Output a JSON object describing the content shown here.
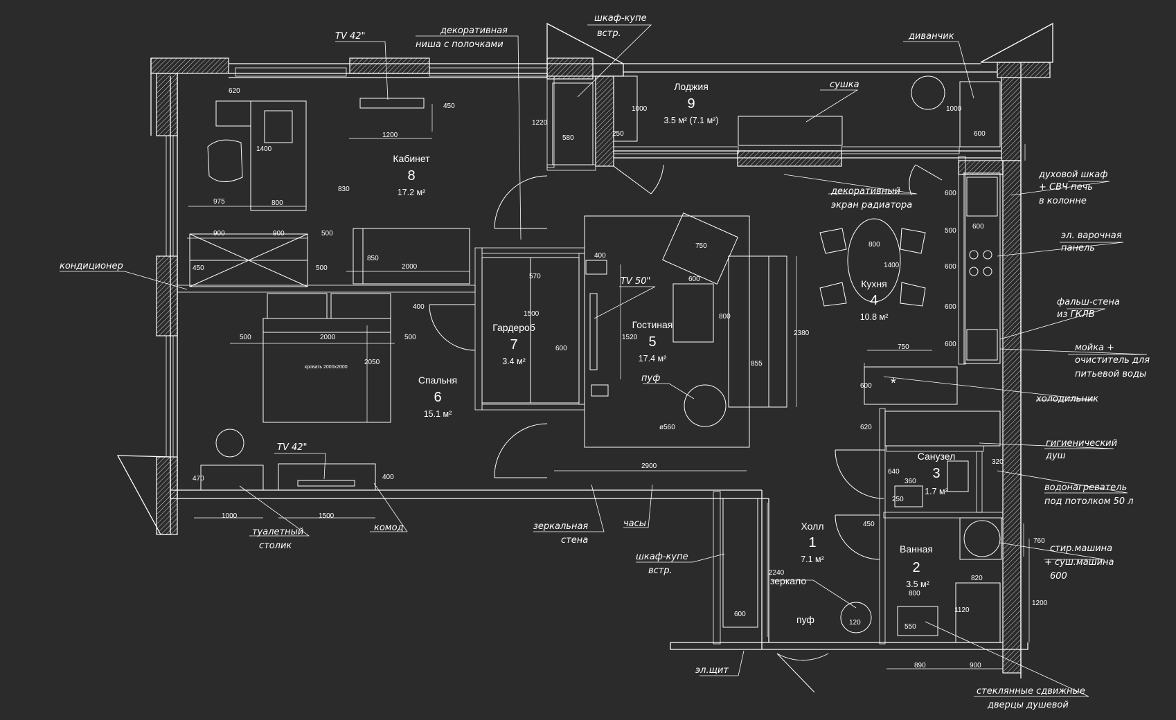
{
  "rooms": [
    {
      "name": "Холл",
      "number": "1",
      "area": "7.1 м²"
    },
    {
      "name": "Ванная",
      "number": "2",
      "area": "3.5 м²"
    },
    {
      "name": "Санузел",
      "number": "3",
      "area": "1.7 м²"
    },
    {
      "name": "Кухня",
      "number": "4",
      "area": "10.8 м²"
    },
    {
      "name": "Гостиная",
      "number": "5",
      "area": "17.4 м²"
    },
    {
      "name": "Спальня",
      "number": "6",
      "area": "15.1 м²"
    },
    {
      "name": "Гардероб",
      "number": "7",
      "area": "3.4 м²"
    },
    {
      "name": "Кабинет",
      "number": "8",
      "area": "17.2 м²"
    },
    {
      "name": "Лоджия",
      "number": "9",
      "area": "3.5 м² (7.1 м²)"
    }
  ],
  "annotations": {
    "tv42_office": "TV 42\"",
    "decor_niche_1": "декоративная",
    "decor_niche_2": "ниша с полочками",
    "wardrobe_top_1": "шкаф-купе",
    "wardrobe_top_2": "встр.",
    "sofa_small": "диванчик",
    "dryer": "сушка",
    "oven_1": "духовой шкаф",
    "oven_2": "+ СВЧ печь",
    "oven_3": "в колонне",
    "hob_1": "эл. варочная",
    "hob_2": "панель",
    "false_wall_1": "фальш-стена",
    "false_wall_2": "из ГКЛВ",
    "sink_1": "мойка +",
    "sink_2": "очиститель для",
    "sink_3": "питьевой воды",
    "fridge": "холодильник",
    "hyg_shower_1": "гигиенический",
    "hyg_shower_2": "душ",
    "heater_1": "водонагреватель",
    "heater_2": "под потолком 50 л",
    "washer_1": "стир.машина",
    "washer_2": "+ суш.машина",
    "washer_3": "600",
    "shower_doors_1": "стеклянные сдвижные",
    "shower_doors_2": "дверцы душевой",
    "panel": "эл.щит",
    "wardrobe_bottom_1": "шкаф-купе",
    "wardrobe_bottom_2": "встр.",
    "clock": "часы",
    "mirror_wall_1": "зеркальная",
    "mirror_wall_2": "стена",
    "dresser": "комод",
    "vanity_1": "туалетный",
    "vanity_2": "столик",
    "tv42_bedroom": "TV 42\"",
    "ac": "кондиционер",
    "radiator_1": "декоративный",
    "radiator_2": "экран радиатора",
    "tv50": "TV 50\"",
    "pouf_living": "пуф",
    "mirror": "зеркало",
    "pouf_hall": "пуф",
    "star": "*",
    "bed_label": "кровать 2000x2000"
  },
  "dimensions": {
    "d620": "620",
    "d1200": "1200",
    "d450a": "450",
    "d1220": "1220",
    "d580": "580",
    "d1000a": "1000",
    "d250": "250",
    "d1000b": "1000",
    "d600_loggia": "600",
    "d1400_desk": "1400",
    "d975": "975",
    "d800_desk": "800",
    "d830": "830",
    "d900a": "900",
    "d900b": "900",
    "d500a": "500",
    "d450b": "450",
    "d500b": "500",
    "d850": "850",
    "d2000_sofa": "2000",
    "d570": "570",
    "d400a": "400",
    "d1500a": "1500",
    "d600_wardrobe": "600",
    "d1520": "1520",
    "d600_armchair": "600",
    "d800_armchair": "800",
    "d750_armchair": "750",
    "d855": "855",
    "d2380": "2380",
    "d400b": "400",
    "d500c": "500",
    "d2000_bed": "2000",
    "d500d": "500",
    "d2050": "2050",
    "d560": "ø560",
    "d470": "470",
    "d1000c": "1000",
    "d1500b": "1500",
    "d400c": "400",
    "d2900": "2900",
    "d800_table": "800",
    "d1400_table": "1400",
    "d600_k1": "600",
    "d500_k": "500",
    "d600_k2": "600",
    "d600_k3": "600",
    "d600_k4": "600",
    "d600_k5": "600",
    "d750_k": "750",
    "d600_k6": "600",
    "d620_k": "620",
    "d640": "640",
    "d360": "360",
    "d250_wc": "250",
    "d320": "320",
    "d450c": "450",
    "d760": "760",
    "d820": "820",
    "d800_bath": "800",
    "d550": "550",
    "d1120": "1120",
    "d1200_bath": "1200",
    "d890": "890",
    "d900_bath": "900",
    "d2240": "2240",
    "d600_hall": "600",
    "d120": "120"
  },
  "colors": {
    "background": "#2b2b2b",
    "lines": "#ffffff"
  }
}
